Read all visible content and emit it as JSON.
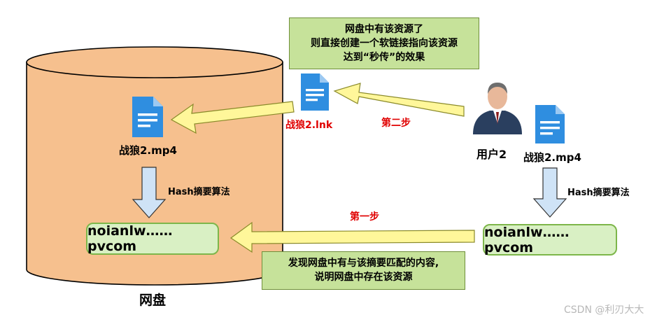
{
  "disk": {
    "label": "网盘"
  },
  "disk_file": {
    "name": "战狼2.mp4",
    "icon": "document-icon"
  },
  "disk_hash_label": "Hash摘要算法",
  "disk_hash_value": "noianlw……pvcom",
  "link_file": {
    "name": "战狼2.lnk",
    "icon": "document-icon"
  },
  "note_top": {
    "line1": "网盘中有该资源了",
    "line2": "则直接创建一个软链接指向该资源",
    "line3": "达到“秒传”的效果"
  },
  "step2_label": "第二步",
  "step1_label": "第一步",
  "user": {
    "label": "用户2",
    "icon": "user-avatar-icon"
  },
  "user_file": {
    "name": "战狼2.mp4",
    "icon": "document-icon"
  },
  "user_hash_label": "Hash摘要算法",
  "user_hash_value": "noianlw……pvcom",
  "note_bottom": {
    "line1": "发现网盘中有与该摘要匹配的内容,",
    "line2": "说明网盘中存在该资源"
  },
  "watermark": "CSDN @利刃大大",
  "colors": {
    "disk": "#f6c08e",
    "arrow": "#fff79a",
    "arrow_border": "#8a8a2a",
    "hash_box": "#d9f0c4",
    "note": "#c6e29a",
    "down_arrow": "#cfe3f6",
    "step": "#e00000"
  }
}
